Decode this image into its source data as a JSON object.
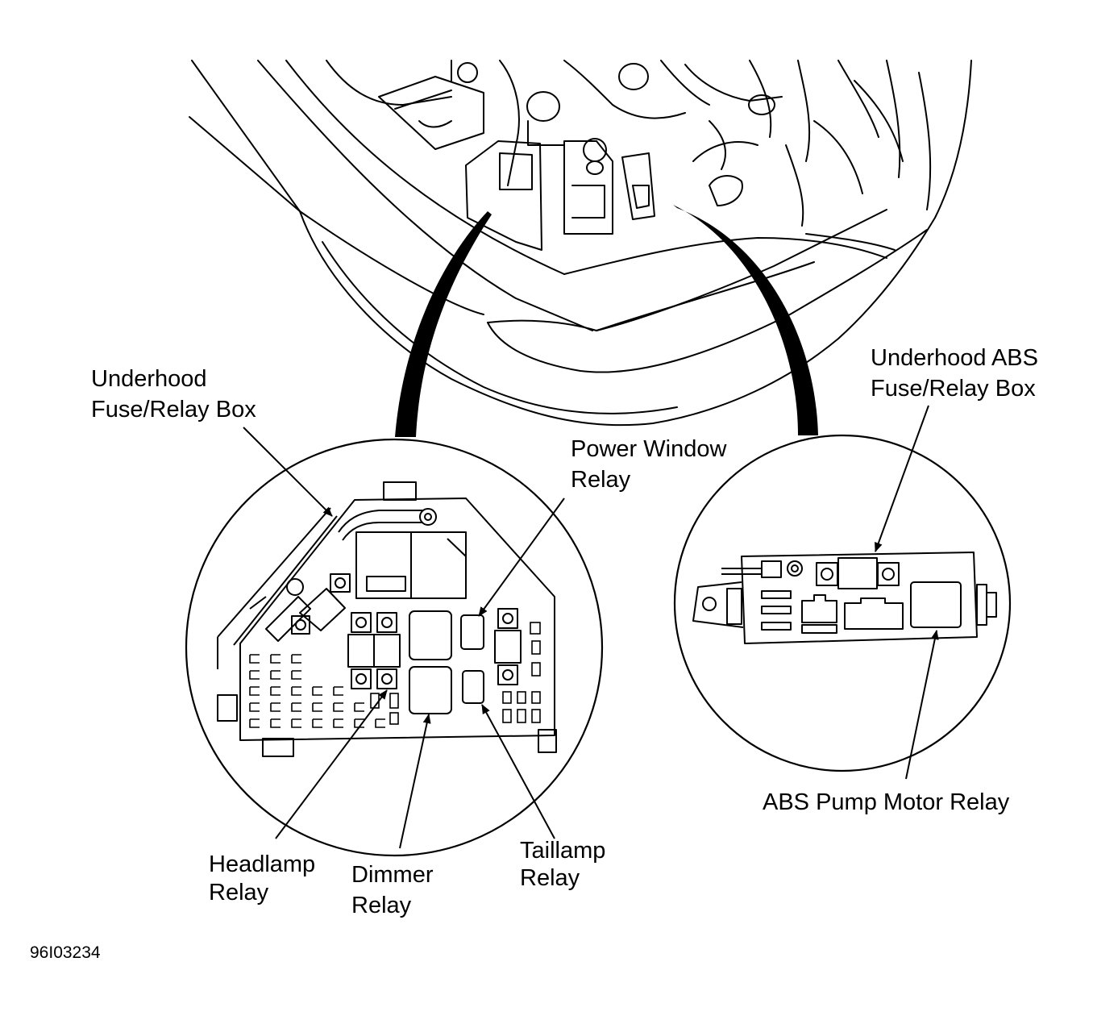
{
  "labels": {
    "underhood_box": [
      "Underhood",
      "Fuse/Relay Box"
    ],
    "power_window": [
      "Power Window",
      "Relay"
    ],
    "abs_box": [
      "Underhood ABS",
      "Fuse/Relay Box"
    ],
    "abs_pump": "ABS Pump Motor Relay",
    "headlamp": [
      "Headlamp",
      "Relay"
    ],
    "dimmer": [
      "Dimmer",
      "Relay"
    ],
    "taillamp": [
      "Taillamp",
      "Relay"
    ]
  },
  "figure_code": "96I03234"
}
